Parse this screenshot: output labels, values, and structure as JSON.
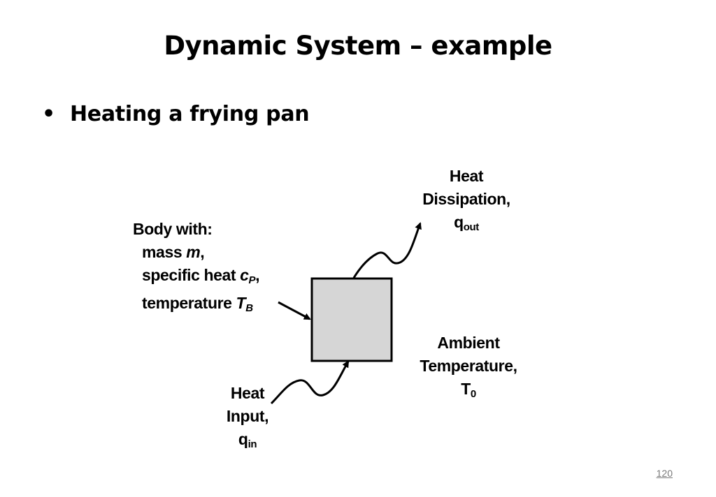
{
  "slide": {
    "title": "Dynamic System – example",
    "bullet": "Heating a frying pan",
    "page_number": "120"
  },
  "diagram": {
    "body_label": {
      "heading": "Body with:",
      "mass_prefix": "mass ",
      "mass_symbol": "m",
      "mass_suffix": ",",
      "heat_prefix": "specific heat ",
      "heat_symbol": "c",
      "heat_sub": "P",
      "heat_suffix": ",",
      "temp_prefix": "temperature ",
      "temp_symbol": "T",
      "temp_sub": "B"
    },
    "heat_dissipation": {
      "line1": "Heat",
      "line2": "Dissipation,",
      "symbol": "q",
      "sub": "out"
    },
    "ambient": {
      "line1": "Ambient",
      "line2": "Temperature,",
      "symbol": "T",
      "sub": "0"
    },
    "heat_input": {
      "line1": "Heat",
      "line2": "Input,",
      "symbol": "q",
      "sub": "in"
    },
    "colors": {
      "body_fill": "#d6d6d6",
      "stroke": "#000000"
    }
  }
}
